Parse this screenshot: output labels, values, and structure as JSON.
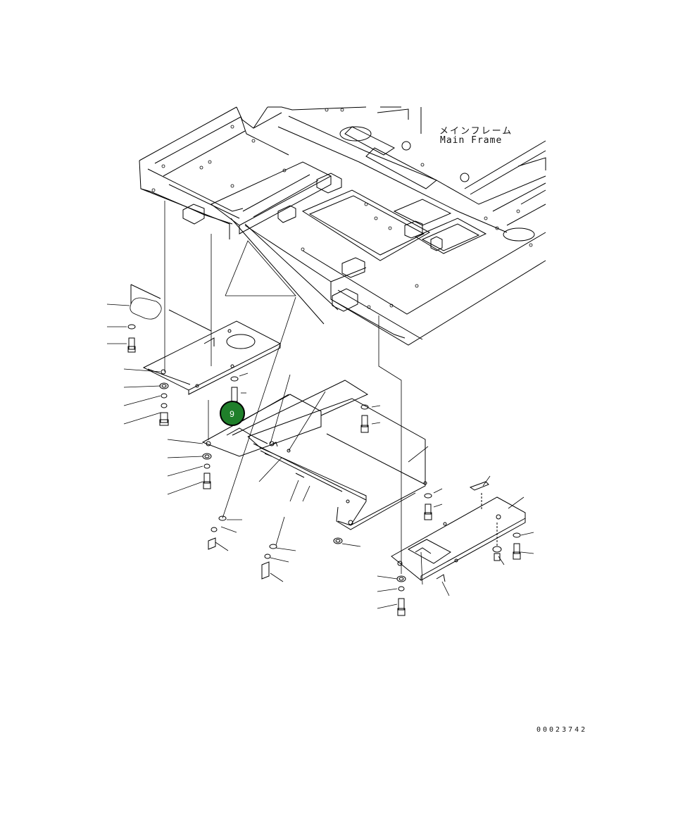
{
  "diagram": {
    "label_frame_jp": "メインフレーム",
    "label_frame_en": "Main Frame",
    "figure_number": "00023742",
    "callout": {
      "number": "9",
      "color": "#1f7f2a"
    }
  }
}
